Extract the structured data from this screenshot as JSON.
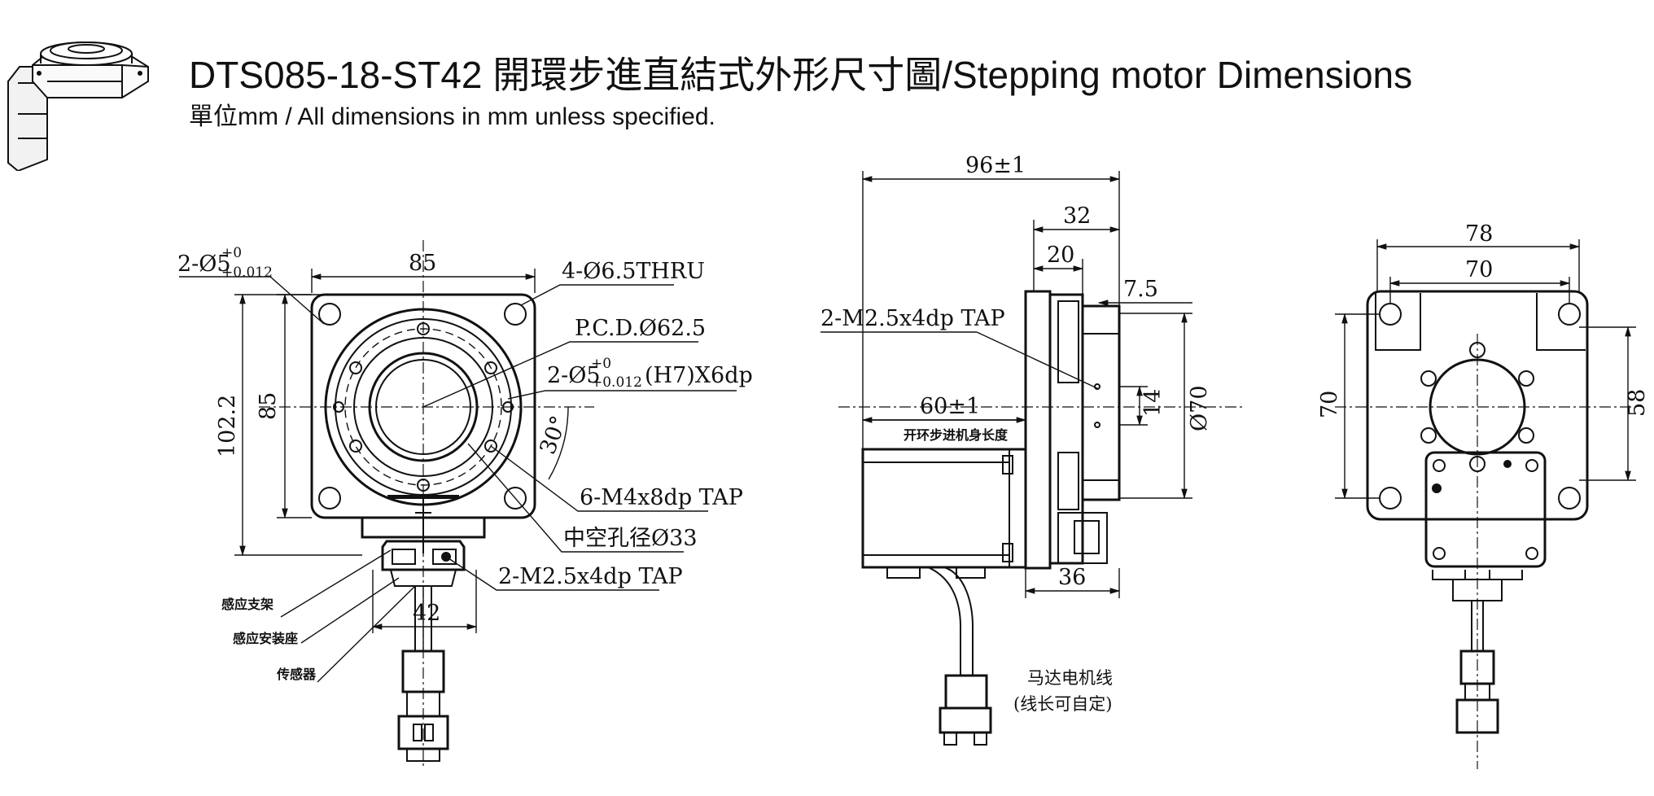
{
  "header": {
    "title": "DTS085-18-ST42 開環步進直結式外形尺寸圖/Stepping motor Dimensions",
    "subtitle": "單位mm / All dimensions in mm unless specified."
  },
  "front_view": {
    "dim_top": "85",
    "dim_left_outer": "102.2",
    "dim_left_inner": "85",
    "dim_bottom": "42",
    "angle": "30°",
    "pin_hole_top_a": "2-Ø5",
    "pin_hole_top_b": "+0",
    "pin_hole_top_c": "+0.012",
    "thru_holes": "4-Ø6.5THRU",
    "pcd": "P.C.D.Ø62.5",
    "pin_hole_right_a": "2-Ø5",
    "pin_hole_right_b": "+0",
    "pin_hole_right_c": "+0.012",
    "pin_hole_right_d": "(H7)X6dp",
    "tap_holes": "6-M4x8dp TAP",
    "hollow_bore": "中空孔径Ø33",
    "tap_small": "2-M2.5x4dp TAP",
    "sensor_bracket": "感应支架",
    "sensor_mount": "感应安装座",
    "sensor": "传感器"
  },
  "side_view": {
    "dim_overall": "96±1",
    "dim_32": "32",
    "dim_20": "20",
    "dim_7_5": "7.5",
    "tap": "2-M2.5x4dp TAP",
    "dim_motor": "60±1",
    "motor_note": "开环步进机身长度",
    "dim_14": "14",
    "dim_phi70": "Ø70",
    "dim_36": "36",
    "cable_line1": "马达电机线",
    "cable_line2": "(线长可自定)"
  },
  "back_view": {
    "dim_78": "78",
    "dim_70_top": "70",
    "dim_70_left": "70",
    "dim_58": "58"
  }
}
